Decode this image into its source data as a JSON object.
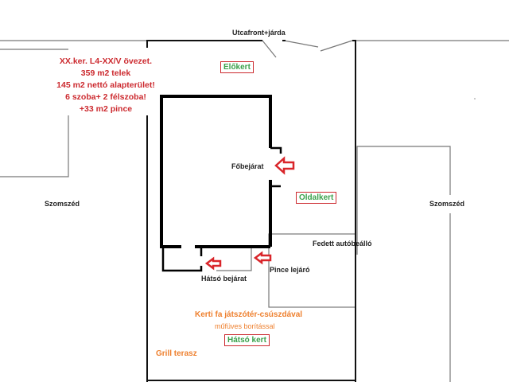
{
  "info_block": {
    "lines": [
      "XX.ker. L4-XX/V övezet.",
      "359 m2 telek",
      "145 m2 nettó alapterület!",
      "6 szoba+ 2 félszoba!",
      "+33 m2 pince"
    ]
  },
  "labels": {
    "street": "Utcafront+járda",
    "front_garden": "Előkert",
    "main_entrance": "Főbejárat",
    "side_garden": "Oldalkert",
    "neighbor_left": "Szomszéd",
    "neighbor_right": "Szomszéd",
    "covered_parking": "Fedett autóbeálló",
    "back_entrance": "Hátsó bejárat",
    "cellar_access": "Pince lejáró",
    "playground": "Kerti fa játszótér-csúszdával",
    "playground_sub": "műfüves borítással",
    "back_garden": "Hátsó kert",
    "grill_terrace": "Grill terasz"
  },
  "colors": {
    "info_text": "#cc2a2f",
    "garden_label": "#3aa14b",
    "garden_box": "#cc2a2f",
    "arrow": "#d9252a",
    "orange_text": "#ee7f2d",
    "wall": "#000000",
    "thin_line": "#777777"
  },
  "icons": {
    "entrance_arrow": "left-arrow-outline"
  }
}
